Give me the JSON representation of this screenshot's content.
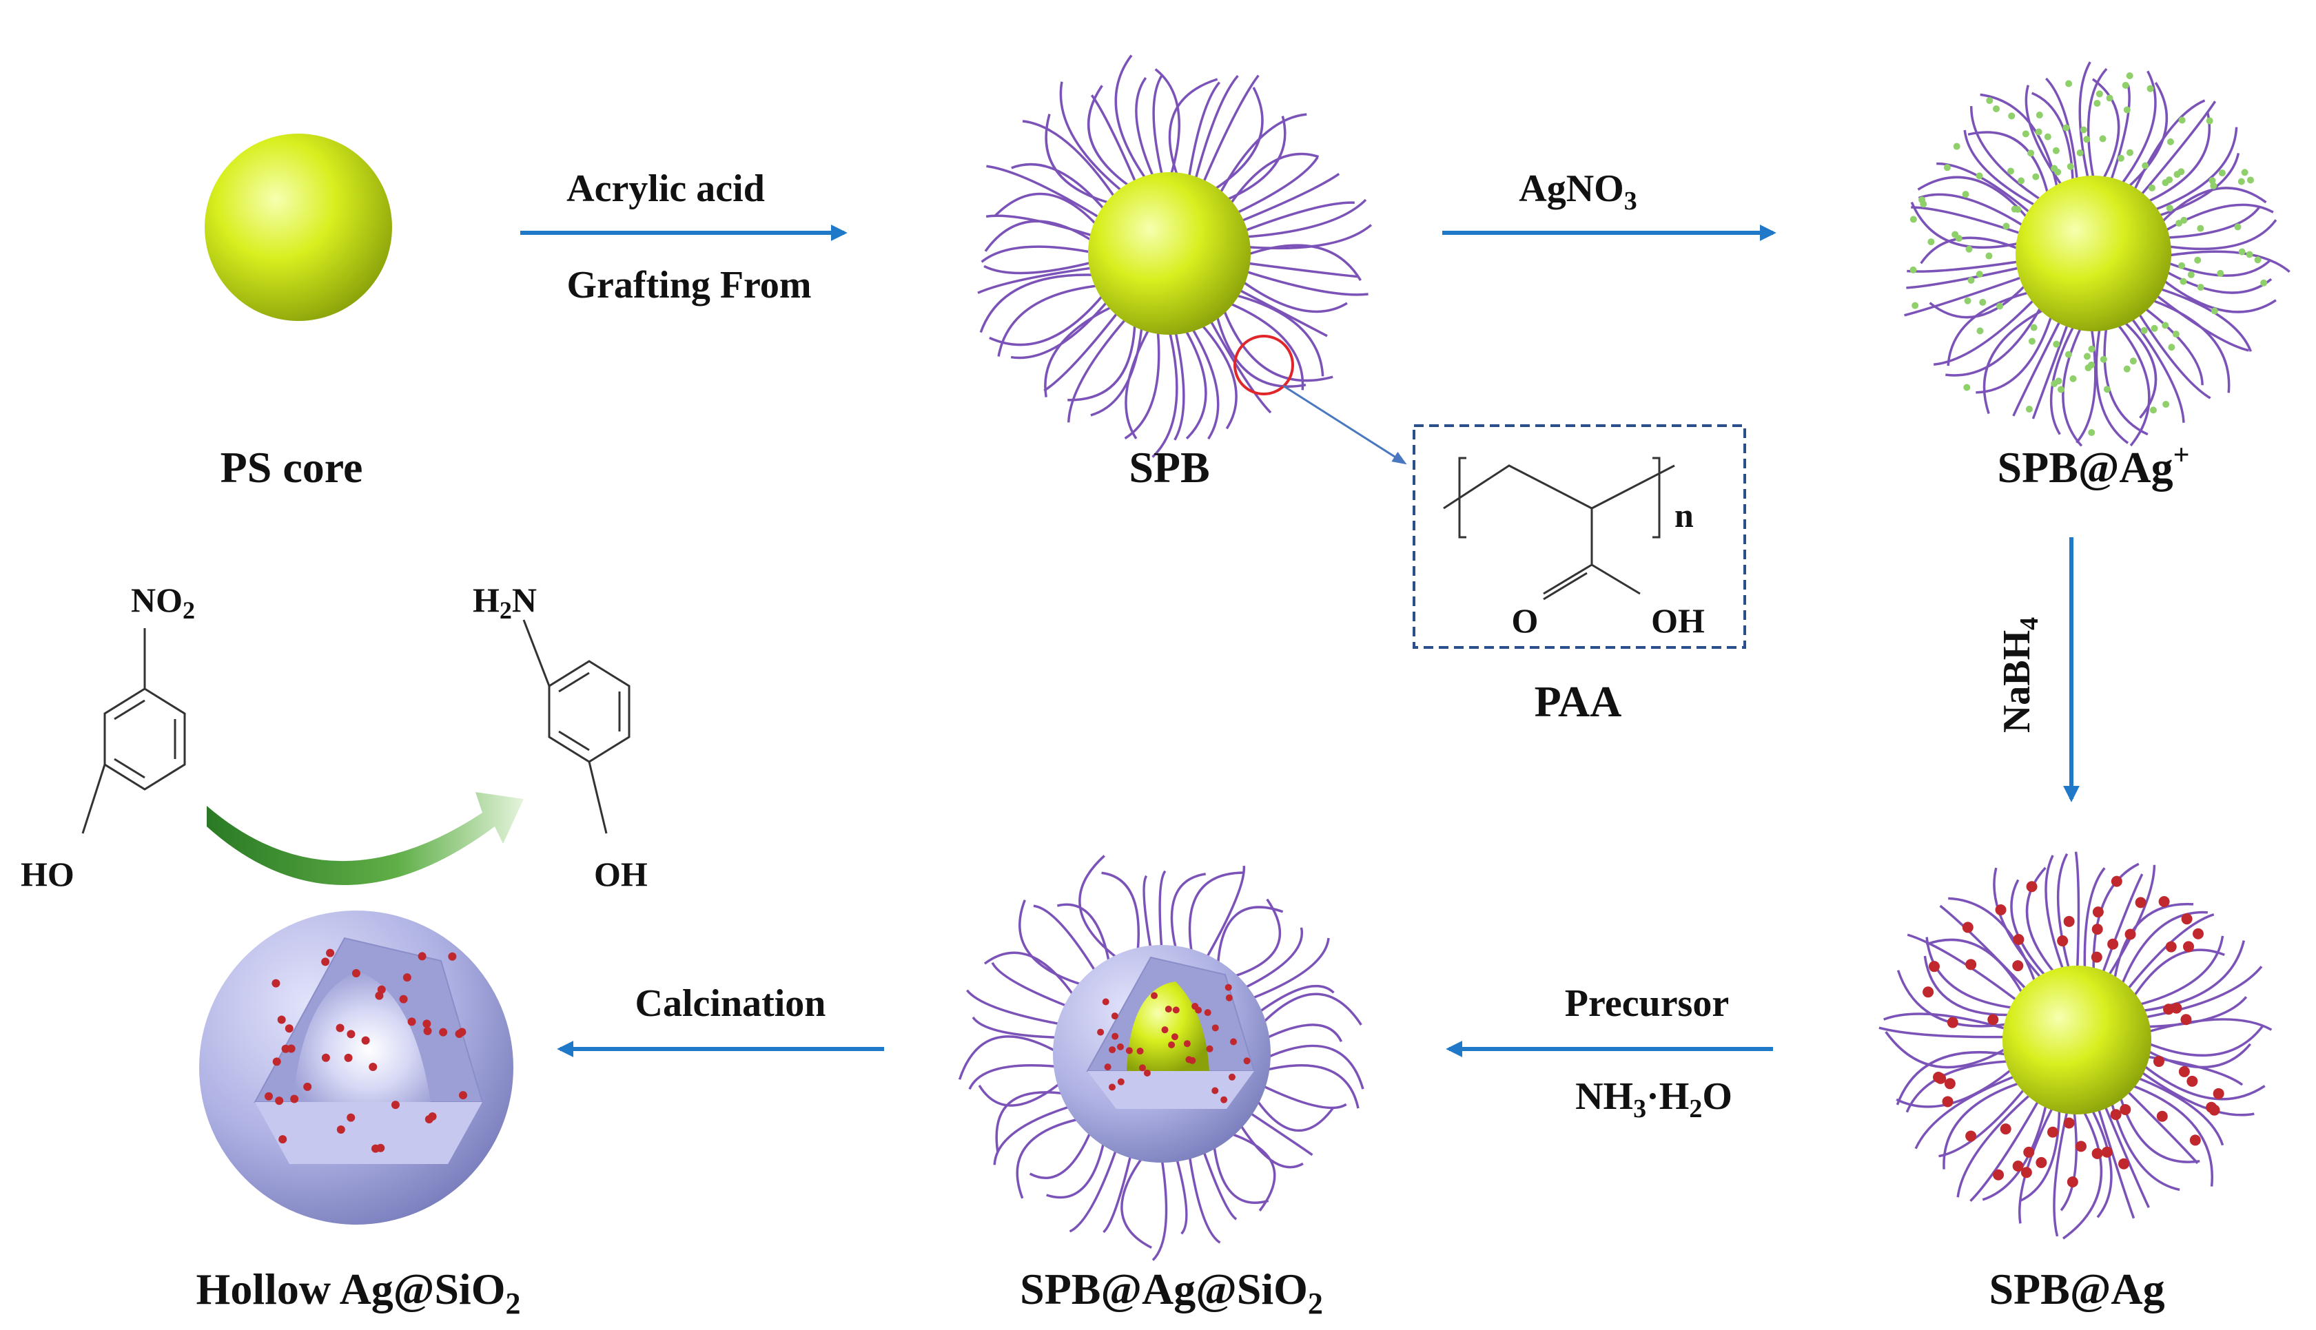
{
  "labels": {
    "ps_core": "PS core",
    "spb": "SPB",
    "spb_ag_ion": "SPB@Ag",
    "spb_ag_ion_sup": "+",
    "spb_ag": "SPB@Ag",
    "spb_ag_sio2_main": "SPB@Ag@SiO",
    "spb_ag_sio2_sub": "2",
    "hollow_main": "Hollow  Ag@SiO",
    "hollow_sub": "2",
    "paa": "PAA"
  },
  "arrows": {
    "step1_top": "Acrylic acid",
    "step1_bottom": "Grafting  From",
    "step2_main": "AgNO",
    "step2_sub": "3",
    "step3_main": "NaBH",
    "step3_sub": "4",
    "step4_top": "Precursor",
    "step4_bottom_a": "NH",
    "step4_bottom_a_sub": "3",
    "step4_bottom_b": "·H",
    "step4_bottom_b_sub": "2",
    "step4_bottom_c": "O",
    "step5": "Calcination"
  },
  "paa_structure": {
    "repeat_index": "n",
    "carbonyl_o": "O",
    "hydroxyl": "OH"
  },
  "molecules": {
    "nitrophenol_top_main": "NO",
    "nitrophenol_top_sub": "2",
    "nitrophenol_bottom": "HO",
    "aminophenol_top_h": "H",
    "aminophenol_top_sub": "2",
    "aminophenol_top_n": "N",
    "aminophenol_bottom": "OH"
  },
  "colors": {
    "core": "#d4ec1c",
    "brush": "#7b53b8",
    "ag_ion": "#8fd06a",
    "ag_np": "#c0282d",
    "silica": "#a9acdf",
    "arrow": "#1f78c8",
    "highlight_circle": "#e0262b",
    "paa_box": "#2a4f8a",
    "catalysis_arrow": "#2e8b2e"
  }
}
